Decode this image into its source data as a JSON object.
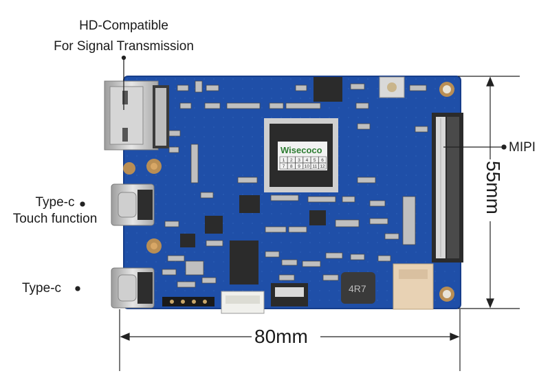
{
  "labels": {
    "hdmi_line1": "HD-Compatible",
    "hdmi_line2": "For Signal Transmission",
    "typec_touch_line1": "Type-c",
    "typec_touch_line2": "Touch function",
    "typec": "Type-c",
    "mipi": "MIPI",
    "width": "80mm",
    "height": "55mm",
    "chip_brand": "Wisecoco",
    "chip_row1": [
      "1",
      "2",
      "3",
      "4",
      "5",
      "6"
    ],
    "chip_row2": [
      "7",
      "8",
      "9",
      "10",
      "11",
      "12"
    ],
    "inductor": "4R7"
  },
  "colors": {
    "pcb": "#1f4fa8",
    "pcb_dark": "#163d8a",
    "metal": "#c9c9c9",
    "chip": "#2b2b2b",
    "connector_beige": "#e8d2b4",
    "connector_white": "#f0f0ec",
    "text": "#1a1a1a"
  }
}
